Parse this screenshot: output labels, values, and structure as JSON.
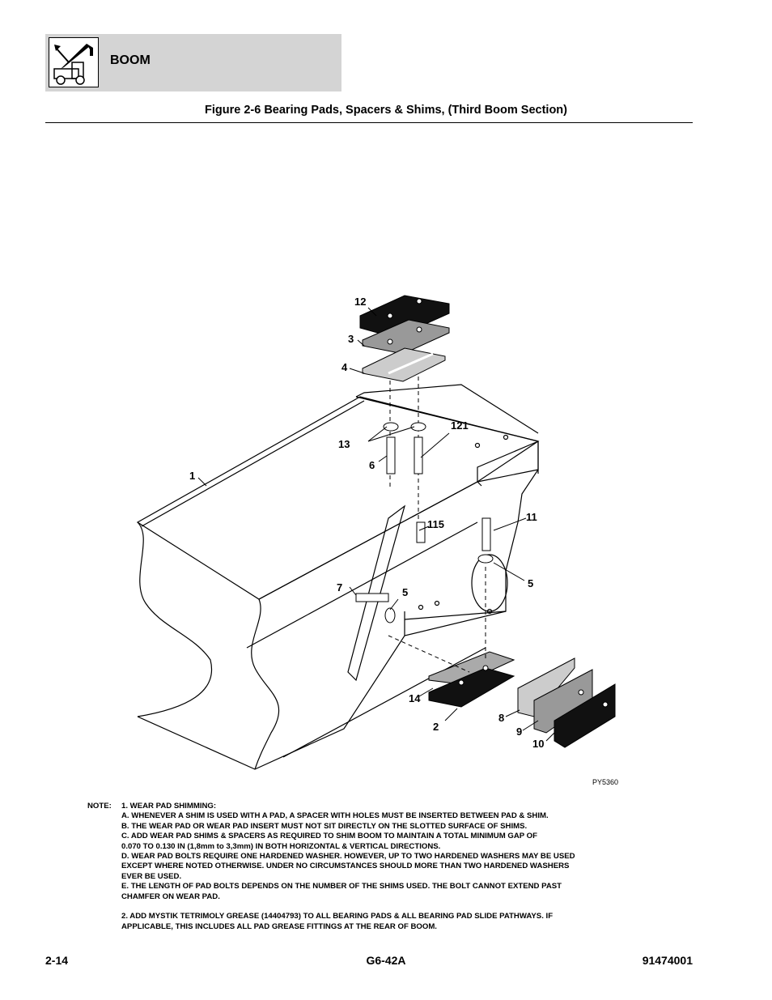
{
  "header": {
    "section": "BOOM",
    "logo_icon": "telehandler-boom-icon"
  },
  "figure_title": "Figure 2-6 Bearing Pads, Spacers & Shims, (Third Boom Section)",
  "diagram": {
    "callouts": {
      "c12": "12",
      "c3": "3",
      "c4": "4",
      "c121": "121",
      "c13": "13",
      "c6": "6",
      "c1": "1",
      "c115": "115",
      "c11": "11",
      "c7": "7",
      "c5a": "5",
      "c5b": "5",
      "c14": "14",
      "c2": "2",
      "c8": "8",
      "c9": "9",
      "c10": "10"
    },
    "code": "PY5360"
  },
  "notes": {
    "label": "NOTE:",
    "lines": [
      "1. WEAR PAD SHIMMING:",
      "A. WHENEVER A SHIM IS USED WITH A PAD, A SPACER WITH HOLES MUST BE INSERTED BETWEEN PAD & SHIM.",
      "B. THE WEAR PAD OR WEAR PAD INSERT MUST NOT SIT DIRECTLY ON THE SLOTTED SURFACE OF SHIMS.",
      "C. ADD WEAR PAD SHIMS & SPACERS AS REQUIRED TO SHIM BOOM TO MAINTAIN A TOTAL MINIMUM GAP OF",
      "0.070 TO 0.130 IN (1,8mm to 3,3mm) IN BOTH HORIZONTAL & VERTICAL DIRECTIONS.",
      "D. WEAR PAD BOLTS REQUIRE ONE HARDENED WASHER. HOWEVER, UP TO TWO HARDENED WASHERS MAY BE USED",
      "EXCEPT WHERE NOTED OTHERWISE. UNDER NO CIRCUMSTANCES SHOULD MORE THAN TWO HARDENED WASHERS",
      "EVER BE USED.",
      "E. THE LENGTH OF PAD BOLTS DEPENDS ON THE NUMBER OF THE SHIMS USED. THE BOLT CANNOT EXTEND PAST",
      "CHAMFER ON WEAR PAD.",
      "",
      "2. ADD MYSTIK TETRIMOLY GREASE (14404793) TO ALL BEARING PADS & ALL BEARING PAD SLIDE PATHWAYS. IF",
      "APPLICABLE, THIS INCLUDES ALL PAD GREASE FITTINGS AT THE REAR OF BOOM."
    ]
  },
  "footer": {
    "page": "2-14",
    "model": "G6-42A",
    "doc_number": "91474001"
  }
}
